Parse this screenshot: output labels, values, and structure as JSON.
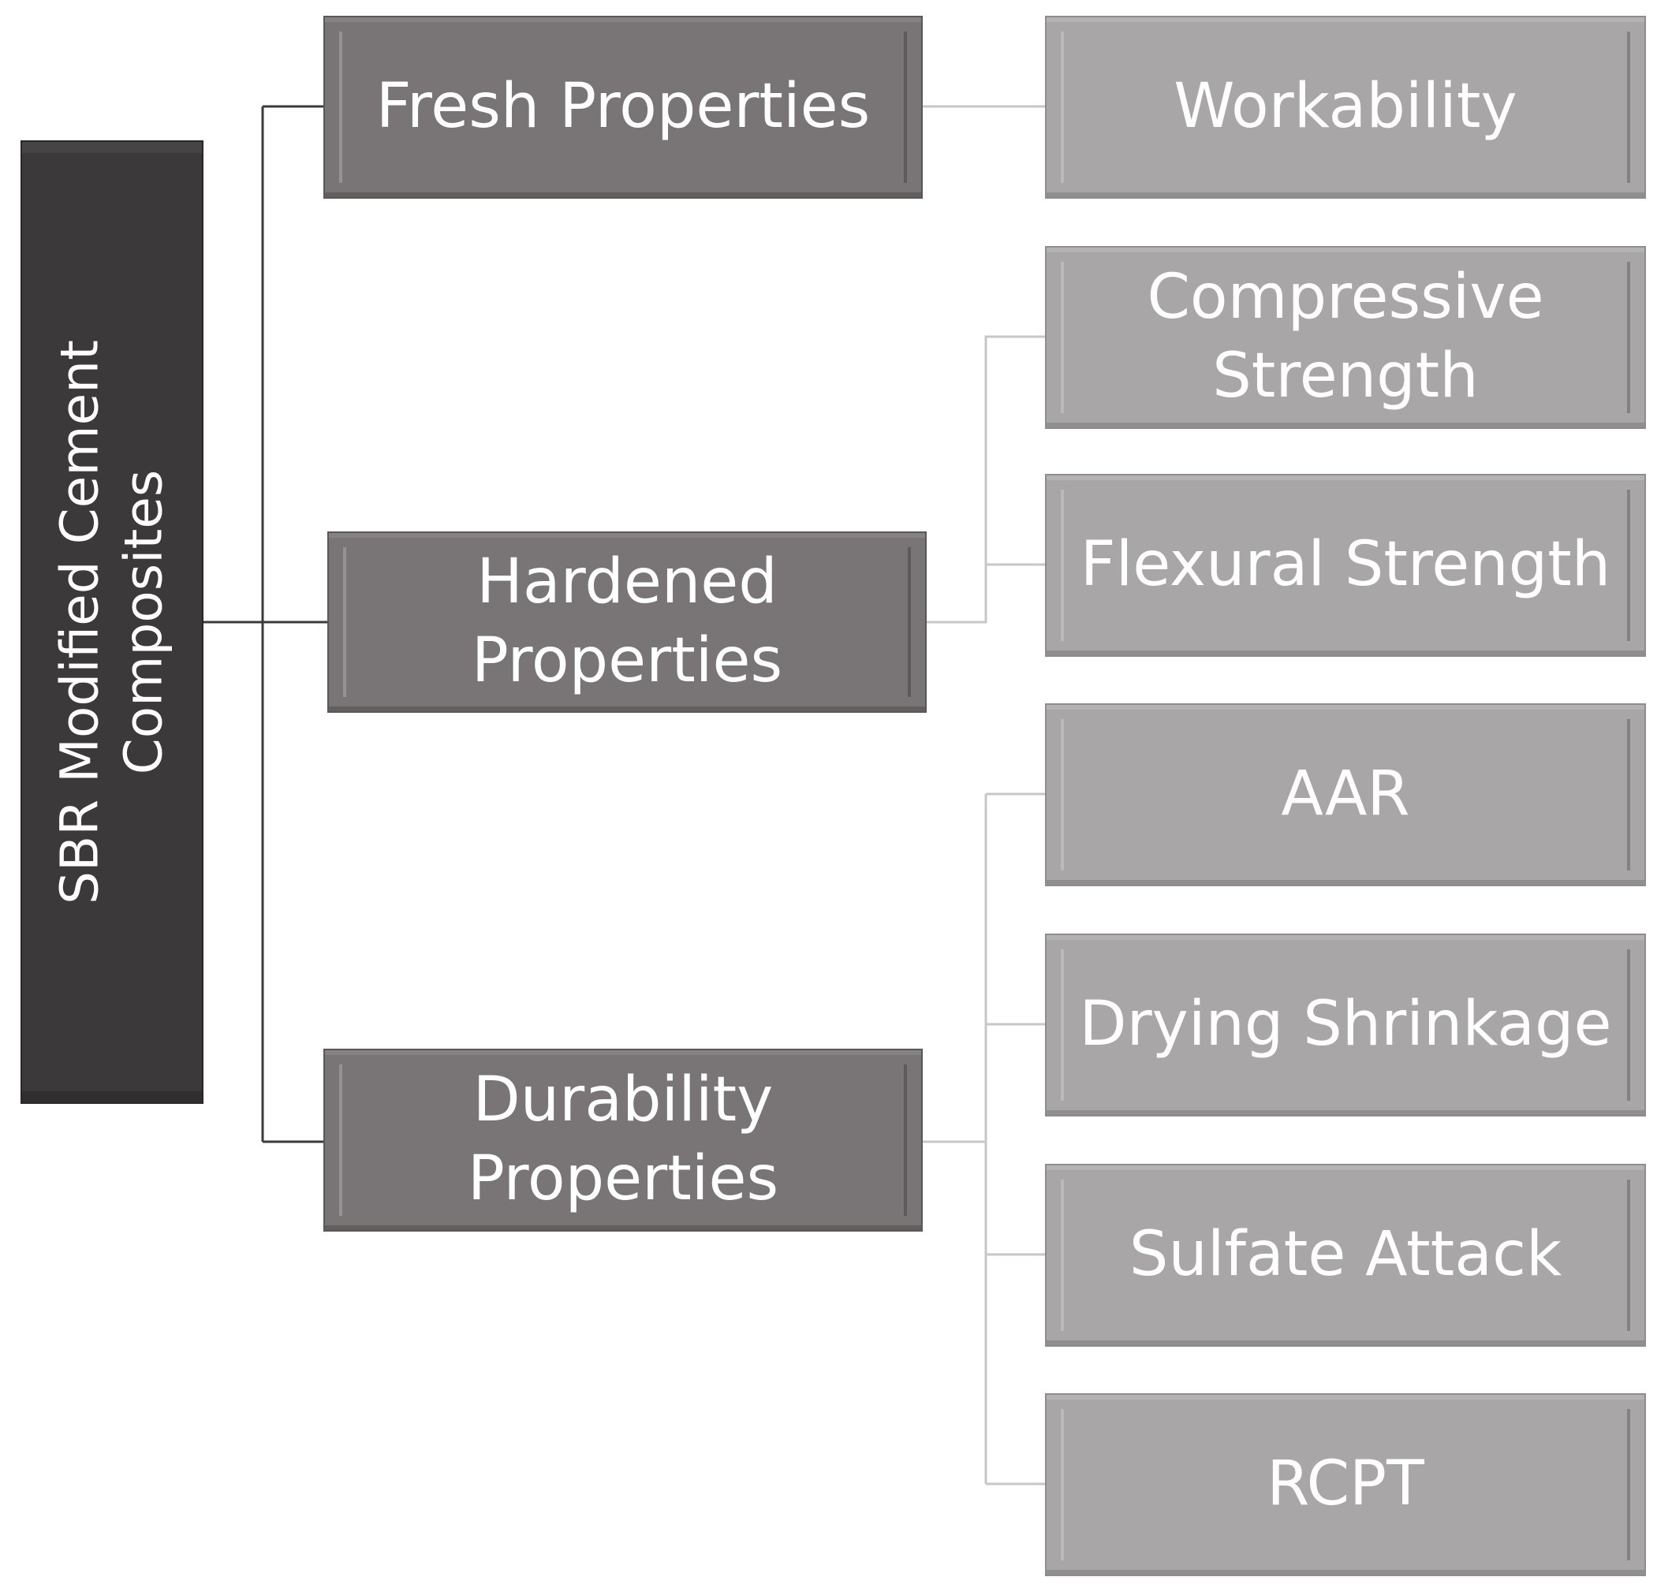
{
  "root": {
    "label": "SBR Modified Cement\nComposites"
  },
  "categories": [
    {
      "label": "Fresh Properties",
      "children": [
        "Workability"
      ]
    },
    {
      "label": "Hardened\nProperties",
      "children": [
        "Compressive\nStrength",
        "Flexural Strength"
      ]
    },
    {
      "label": "Durability\nProperties",
      "children": [
        "AAR",
        "Drying Shrinkage",
        "Sulfate Attack",
        "RCPT"
      ]
    }
  ],
  "colors": {
    "root_fill": "#3c393a",
    "category_fill": "#797475",
    "leaf_fill": "#a8a6a7",
    "connector_root": "#3c393a",
    "connector_leaf": "#c8c6c7"
  }
}
